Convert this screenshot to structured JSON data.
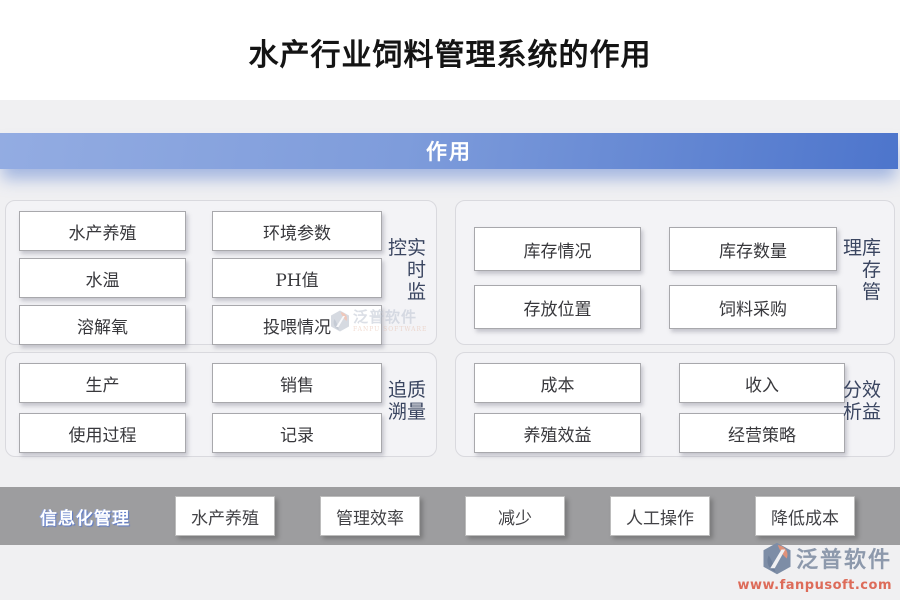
{
  "page": {
    "title": "水产行业饲料管理系统的作用"
  },
  "banner": {
    "label": "作用"
  },
  "panels": [
    {
      "side_label": "实时监控",
      "buttons": [
        "水产养殖",
        "环境参数",
        "水温",
        "PH值",
        "溶解氧",
        "投喂情况"
      ]
    },
    {
      "side_label": "库存管理",
      "buttons": [
        "库存情况",
        "库存数量",
        "存放位置",
        "饲料采购"
      ]
    },
    {
      "side_label": "质量追溯",
      "buttons": [
        "生产",
        "销售",
        "使用过程",
        "记录"
      ]
    },
    {
      "side_label": "效益分析",
      "buttons": [
        "成本",
        "收入",
        "养殖效益",
        "经营策略"
      ]
    }
  ],
  "bottom_bar": {
    "label": "信息化管理",
    "buttons": [
      "水产养殖",
      "管理效率",
      "减少",
      "人工操作",
      "降低成本"
    ]
  },
  "watermark": {
    "name": "泛普软件",
    "sub": "FANPU SOFTWARE"
  },
  "logo": {
    "name": "泛普软件",
    "url": "www.fanpusoft.com"
  },
  "colors": {
    "banner_gradient_start": "#93ACE2",
    "banner_gradient_end": "#4D75CC",
    "page_background": "#F0F0F2",
    "panel_background": "#F3F3F6",
    "bottom_bar_background": "#9D9D9F",
    "button_text": "#38383C",
    "side_label_text": "#3A4560",
    "logo_gray": "#8D99AC",
    "logo_orange": "#DD6B59"
  }
}
